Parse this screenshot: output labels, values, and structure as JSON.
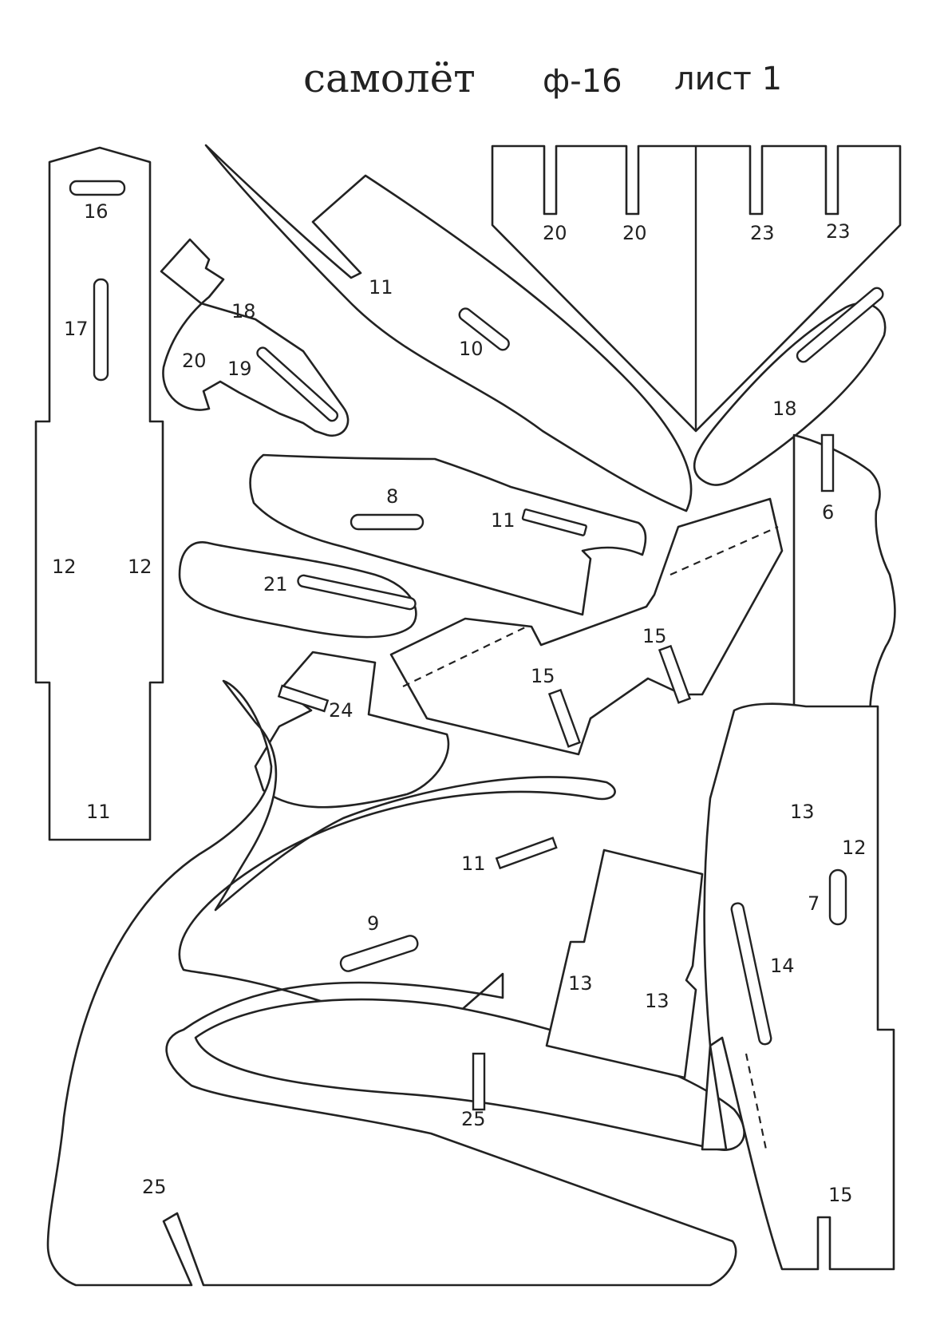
{
  "title": {
    "main": "самолёт",
    "model": "ф-16",
    "sheet": "лист 1"
  },
  "colors": {
    "line": "#222222",
    "paper": "#ffffff"
  },
  "labels": {
    "l16": "16",
    "l17": "17",
    "l12a": "12",
    "l12b": "12",
    "l11a": "11",
    "l11b": "11",
    "l10": "10",
    "l18a": "18",
    "l19": "19",
    "l20a": "20",
    "l20b": "20",
    "l20c": "20",
    "l23a": "23",
    "l23b": "23",
    "l18b": "18",
    "l8": "8",
    "l11c": "11",
    "l21": "21",
    "l6": "6",
    "l15a": "15",
    "l15b": "15",
    "l24": "24",
    "l13a": "13",
    "l12c": "12",
    "l7": "7",
    "l11d": "11",
    "l9": "9",
    "l13b": "13",
    "l13c": "13",
    "l14": "14",
    "l25a": "25",
    "l25b": "25",
    "l15c": "15"
  }
}
